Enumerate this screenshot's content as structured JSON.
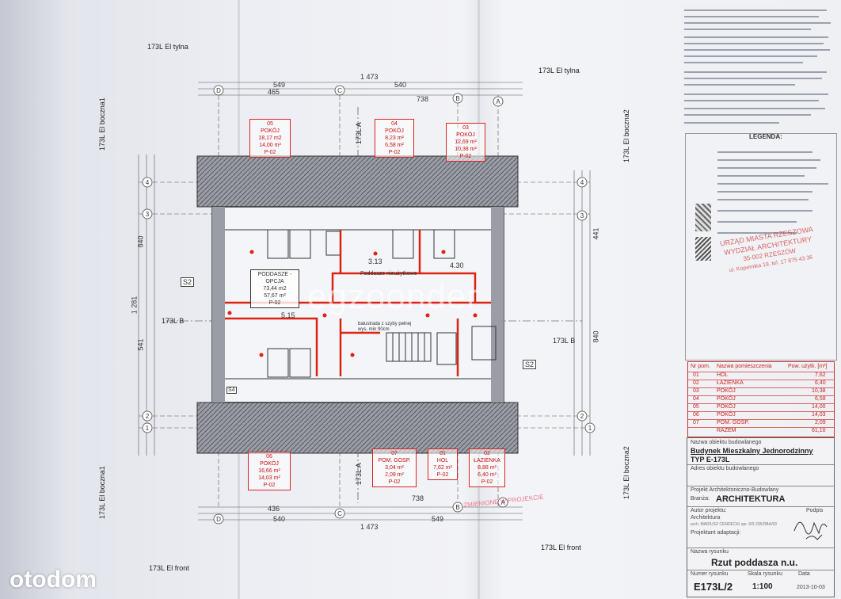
{
  "elevations": {
    "rear_top": "173L El tylna",
    "rear_right": "173L El tylna",
    "side1_left_top": "173L El boczna1",
    "side2_right_top": "173L El boczna2",
    "side1_left_bottom": "173L El boczna1",
    "side2_right_bottom": "173L El boczna2",
    "front_left": "173L El front",
    "front_right": "173L El front",
    "section_b_left": "173L B",
    "section_b_right": "173L B",
    "section_a_top": "173L A",
    "section_a_bottom": "173L A"
  },
  "dimensions": {
    "top_total": "1 473",
    "top_left": "549",
    "top_right": "540",
    "top_seg1": "465",
    "top_seg2": "738",
    "bottom_total": "1 473",
    "bottom_left": "540",
    "bottom_right": "549",
    "bottom_seg1": "436",
    "bottom_seg2": "738",
    "left_total": "1 281",
    "left_seg1": "840",
    "left_seg2": "541",
    "right_seg1": "441",
    "right_seg2": "840"
  },
  "rooms_top": [
    {
      "no": "05",
      "name": "POKÓJ",
      "area1": "18,17 m2",
      "area2": "14,00 m²",
      "floor": "P-02"
    },
    {
      "no": "04",
      "name": "POKÓJ",
      "area1": "8,23 m²",
      "area2": "6,58 m²",
      "floor": "P-02"
    },
    {
      "no": "03",
      "name": "POKÓJ",
      "area1": "12,69 m²",
      "area2": "10,38 m²",
      "floor": "P-02"
    }
  ],
  "rooms_bottom": [
    {
      "no": "06",
      "name": "POKÓJ",
      "area1": "16,66 m²",
      "area2": "14,03 m²",
      "floor": "P-02"
    },
    {
      "no": "07",
      "name": "POM. GOSP.",
      "area1": "3,04 m²",
      "area2": "2,09 m²",
      "floor": "P-02"
    },
    {
      "no": "01",
      "name": "HOL",
      "area1": "7,62 m²",
      "area2": "",
      "floor": "P-02"
    },
    {
      "no": "02",
      "name": "ŁAZIENKA",
      "area1": "8,88 m²",
      "area2": "6,40 m²",
      "floor": "P-02"
    }
  ],
  "plan_labels": {
    "attic_option_no": "PODDASZE - OPCJA",
    "attic_option_area": "73,44 m2",
    "attic_option_area2": "57,67 m²",
    "attic_option_floor": "P-02",
    "attic_usable": "Poddasze nieużytkowe",
    "balustrade": "balustrada z szyby pełnej wys. min 90cm",
    "section_s2_left": "S2",
    "section_s2_right": "S2",
    "s4": "S4",
    "level1": "3.13",
    "level2": "5.15",
    "level3": "4.30"
  },
  "legend_title": "LEGENDA:",
  "area_table": {
    "headers": [
      "Nr pom.",
      "Nazwa pomieszczenia",
      "Pow. użytk. [m²]"
    ],
    "rows": [
      [
        "01",
        "HOL",
        "7,62"
      ],
      [
        "02",
        "ŁAZIENKA",
        "6,40"
      ],
      [
        "03",
        "POKÓJ",
        "10,38"
      ],
      [
        "04",
        "POKÓJ",
        "6,58"
      ],
      [
        "05",
        "POKÓJ",
        "14,00"
      ],
      [
        "06",
        "POKÓJ",
        "14,03"
      ],
      [
        "07",
        "POM. GOSP.",
        "2,09"
      ],
      [
        "",
        "RAZEM",
        "61,10"
      ]
    ]
  },
  "stamp": {
    "line1": "URZĄD MIASTA RZESZOWA",
    "line2": "WYDZIAŁ ARCHITEKTURY",
    "line3": "35-002 RZESZÓW",
    "line4": "ul. Kopernika 19, tel. 17 875 43 36"
  },
  "title_block": {
    "object_label": "Nazwa obiektu budowlanego",
    "object_name": "Budynek Mieszkalny Jednorodzinny",
    "type": "TYP E-173L",
    "address_label": "Adres obiektu budowlanego",
    "project_label": "Projekt Architektoniczno-Budowlany",
    "branch_label": "Branża:",
    "branch": "ARCHITEKTURA",
    "signature_label": "Podpis",
    "author_label": "Autor projektu:",
    "author_role": "Architektura",
    "author_name": "arch. MARIUSZ CENDECKI upr. 6/0-235/DBA/93",
    "adapter_label": "Projektant adaptacji:",
    "drawing_label": "Nazwa rysunku",
    "drawing_name": "Rzut poddasza n.u.",
    "drawing_no_label": "Numer rysunku",
    "drawing_no": "E173L/2",
    "scale_label": "Skala rysunku",
    "scale": "1:100",
    "date_label": "Data",
    "date": "2013-10-03"
  },
  "changed_stamp": "ZMIENIONE W PROJEKCIE",
  "watermark": "egzoonder",
  "logo": "otodom"
}
